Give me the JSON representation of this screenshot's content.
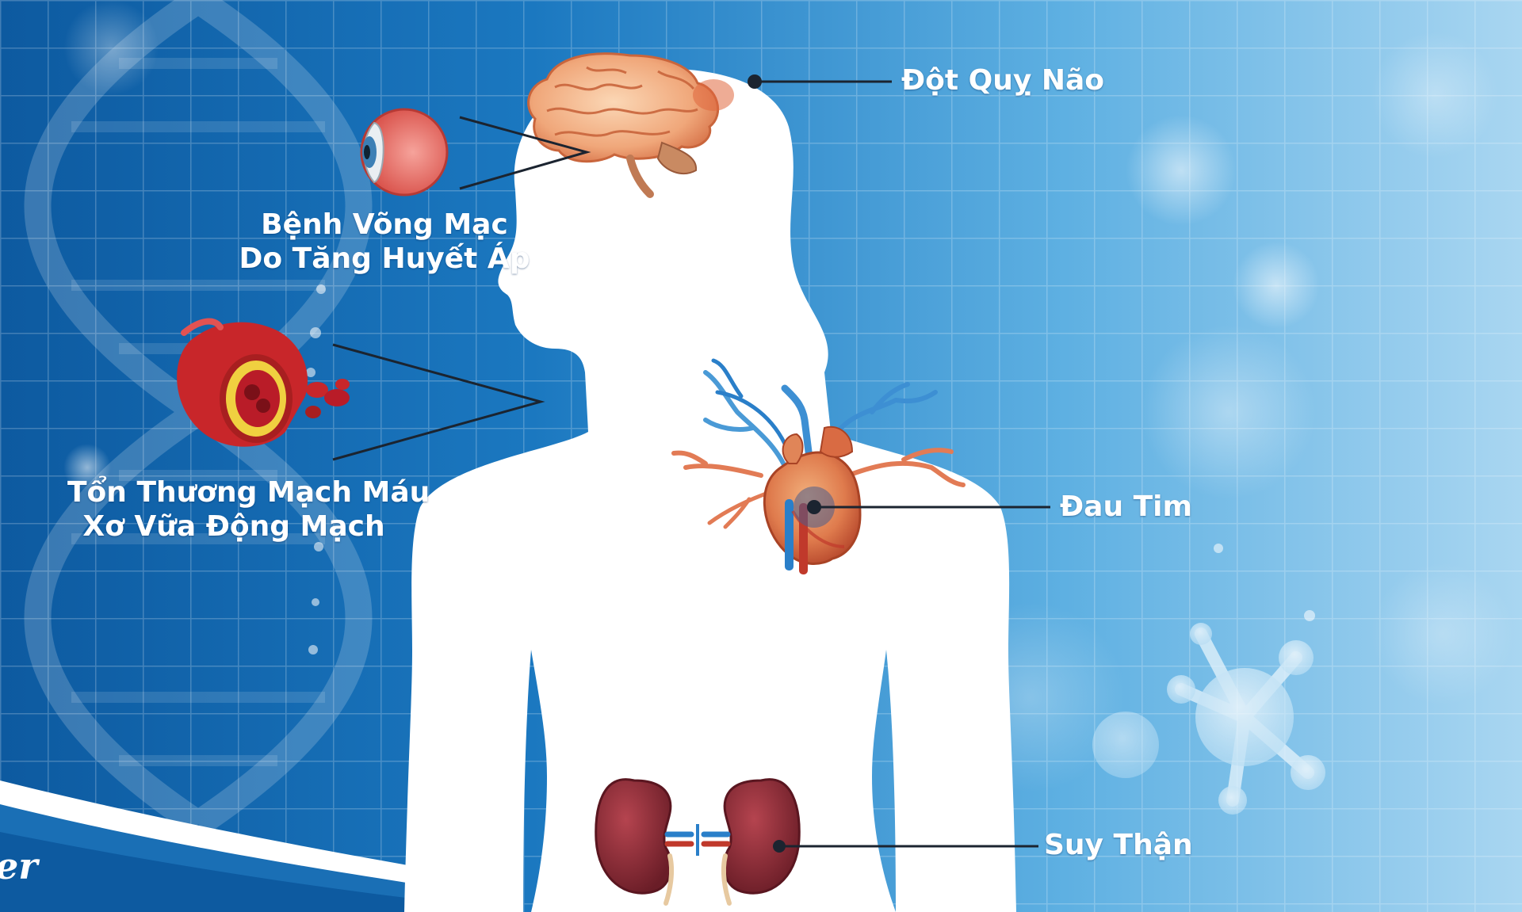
{
  "labels": {
    "stroke": "Đột Quỵ Não",
    "retina_line1": "Bệnh Võng Mạc",
    "retina_line2": "Do Tăng Huyết Áp",
    "vessel_line1": "Tổn Thương Mạch Máu",
    "vessel_line2": "Xơ Vữa Động Mạch",
    "heart": "Đau Tim",
    "kidney": "Suy Thận"
  },
  "logo_fragment": "er",
  "colors": {
    "background": "#0f63a8",
    "background_light": "#a9d6f1",
    "grid": "#ffffff",
    "silhouette": "#ffffff",
    "leader_line": "#1b2430",
    "organ_red": "#c0392b",
    "kidney": "#8e2a35",
    "vein_blue": "#2a7fc9"
  },
  "icons": [
    "brain-icon",
    "eye-icon",
    "artery-icon",
    "heart-icon",
    "kidneys-icon",
    "dna-helix-icon",
    "molecule-icon"
  ]
}
